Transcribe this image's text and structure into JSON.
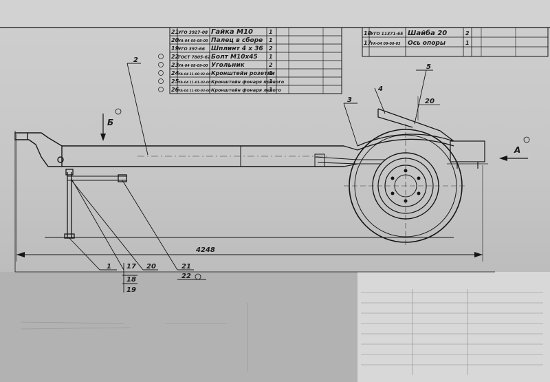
{
  "spec_table": {
    "rows": [
      {
        "pos": "21",
        "designation": "УГО 3927-08",
        "name": "Гайка М10",
        "qty": "1"
      },
      {
        "pos": "20",
        "designation": "УА-04 09-08-00",
        "name": "Палец в сборе",
        "qty": "1"
      },
      {
        "pos": "19",
        "designation": "УГО 397-66",
        "name": "Шплинт 4 x 36",
        "qty": "2"
      },
      {
        "pos": "22",
        "designation": "ГОСТ 7805-62",
        "name": "Болт М10х45",
        "qty": "1"
      },
      {
        "pos": "23",
        "designation": "УА-04 08-09-00",
        "name": "Угольник",
        "qty": "2"
      },
      {
        "pos": "24",
        "designation": "УА-04 11-00-02-00",
        "name": "Кронштейн розетки",
        "qty": "1"
      },
      {
        "pos": "25",
        "designation": "УА-04 11-01-03-00",
        "name": "Кронштейн фонаря правого",
        "qty": "1"
      },
      {
        "pos": "26",
        "designation": "УА-04 11-00-03-00",
        "name": "Кронштейн фонаря левого",
        "qty": "1"
      }
    ],
    "right_rows": [
      {
        "pos": "18",
        "designation": "УГО 11371-65",
        "name": "Шайба 20",
        "qty": "2"
      },
      {
        "pos": "17",
        "designation": "УА-04 09-00-03",
        "name": "Ось опоры",
        "qty": "1"
      }
    ]
  },
  "view_labels": {
    "view_b": "Б",
    "view_a": "А"
  },
  "dimensions": {
    "overall_length": "4248",
    "offset": "20"
  },
  "callouts": {
    "c1": "1",
    "c2": "2",
    "c3": "3",
    "c4": "4",
    "c5": "5",
    "c17": "17",
    "c18": "18",
    "c19": "19",
    "c20": "20",
    "c21": "21",
    "c22": "22"
  },
  "colors": {
    "ink": "#151515",
    "paper": "#c8c8c8"
  }
}
